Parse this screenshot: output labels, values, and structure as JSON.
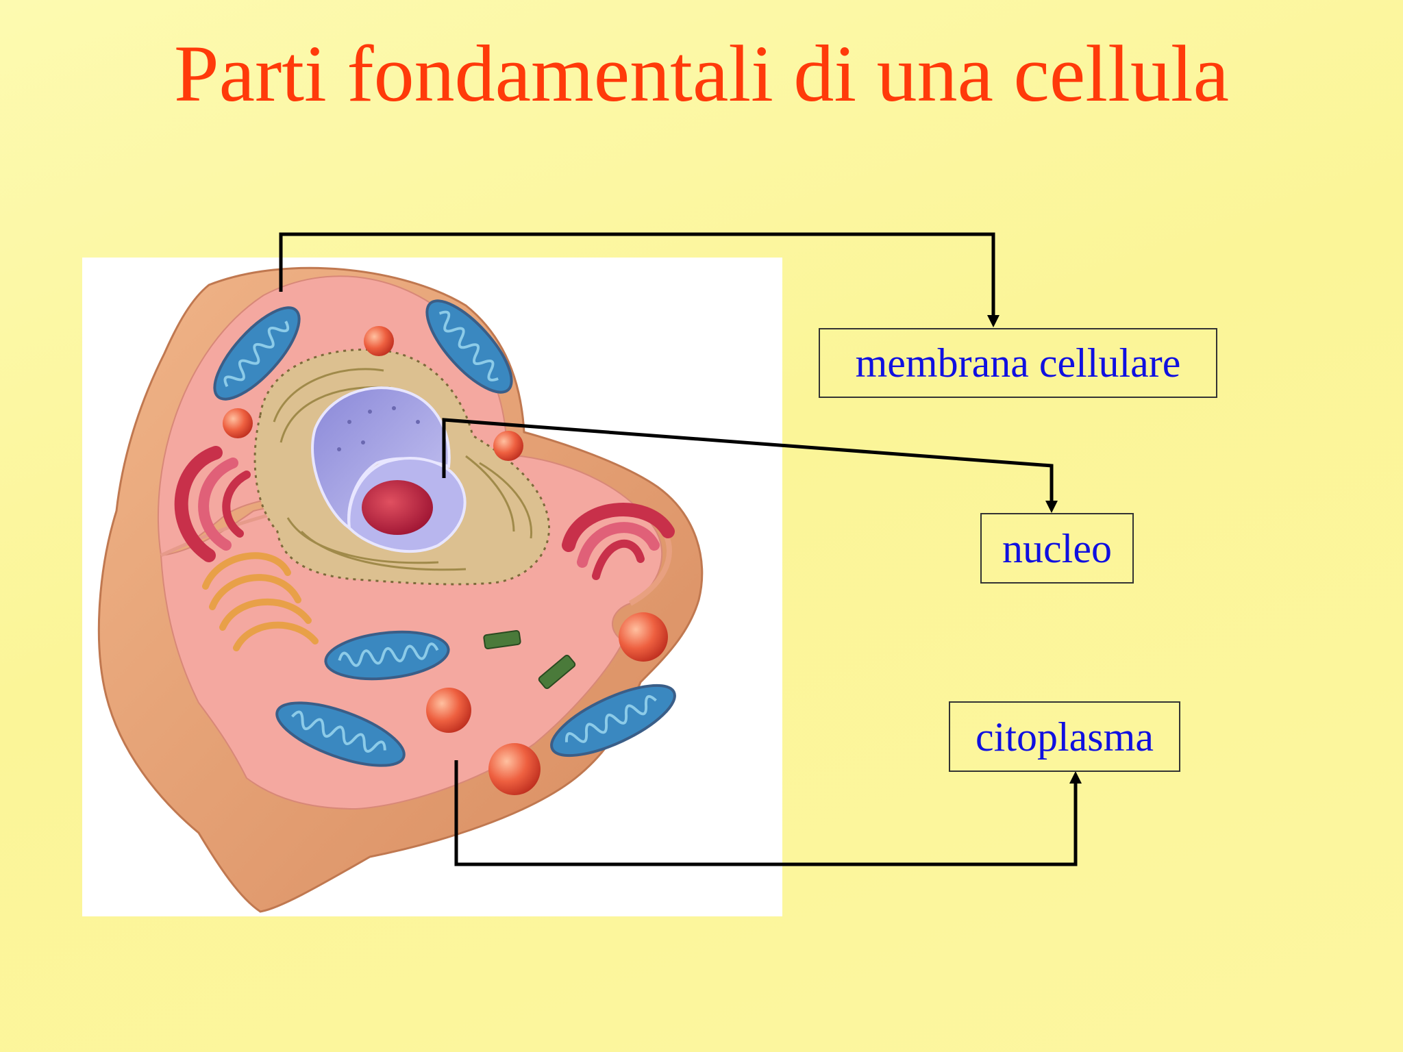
{
  "title": "Parti fondamentali di una cellula",
  "labels": {
    "membrana": "membrana cellulare",
    "nucleo": "nucleo",
    "citoplasma": "citoplasma"
  },
  "colors": {
    "title": "#ff3a0a",
    "label_text": "#1010e0",
    "connector": "#000000",
    "background": "#fcf7a0"
  }
}
